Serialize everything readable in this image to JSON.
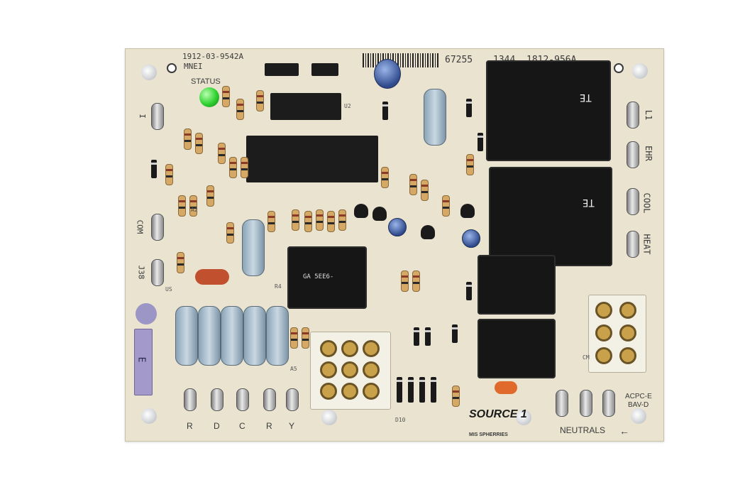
{
  "board": {
    "part_number_left": "1912-03-9542A",
    "maker_code": "MNEI",
    "part_number_mid": "67255",
    "date_code": "1344",
    "part_number_right": "1812-956A",
    "status_label": "STATUS",
    "left_terminals": [
      "I",
      "COM",
      "J38"
    ],
    "bottom_terminals": [
      "R",
      "D",
      "C",
      "R",
      "Y"
    ],
    "right_terminals": [
      "L1",
      "EHR",
      "COOL",
      "HEAT"
    ],
    "neutrals_label": "NEUTRALS",
    "model_code_line1": "ACPC-E",
    "model_code_line2": "BAV-D",
    "brand_logo": "SOURCE 1",
    "brand_sub": "MIS SPHERRIES",
    "fuse_label": "E",
    "big_relay_brand": "TE",
    "small_relay_code": "GA 5EE6-",
    "colors": {
      "board": "#e9e3d0",
      "relay": "#161616",
      "led": "#2fd12f",
      "connector": "#f3f0e6",
      "pin": "#c9a14a"
    }
  }
}
